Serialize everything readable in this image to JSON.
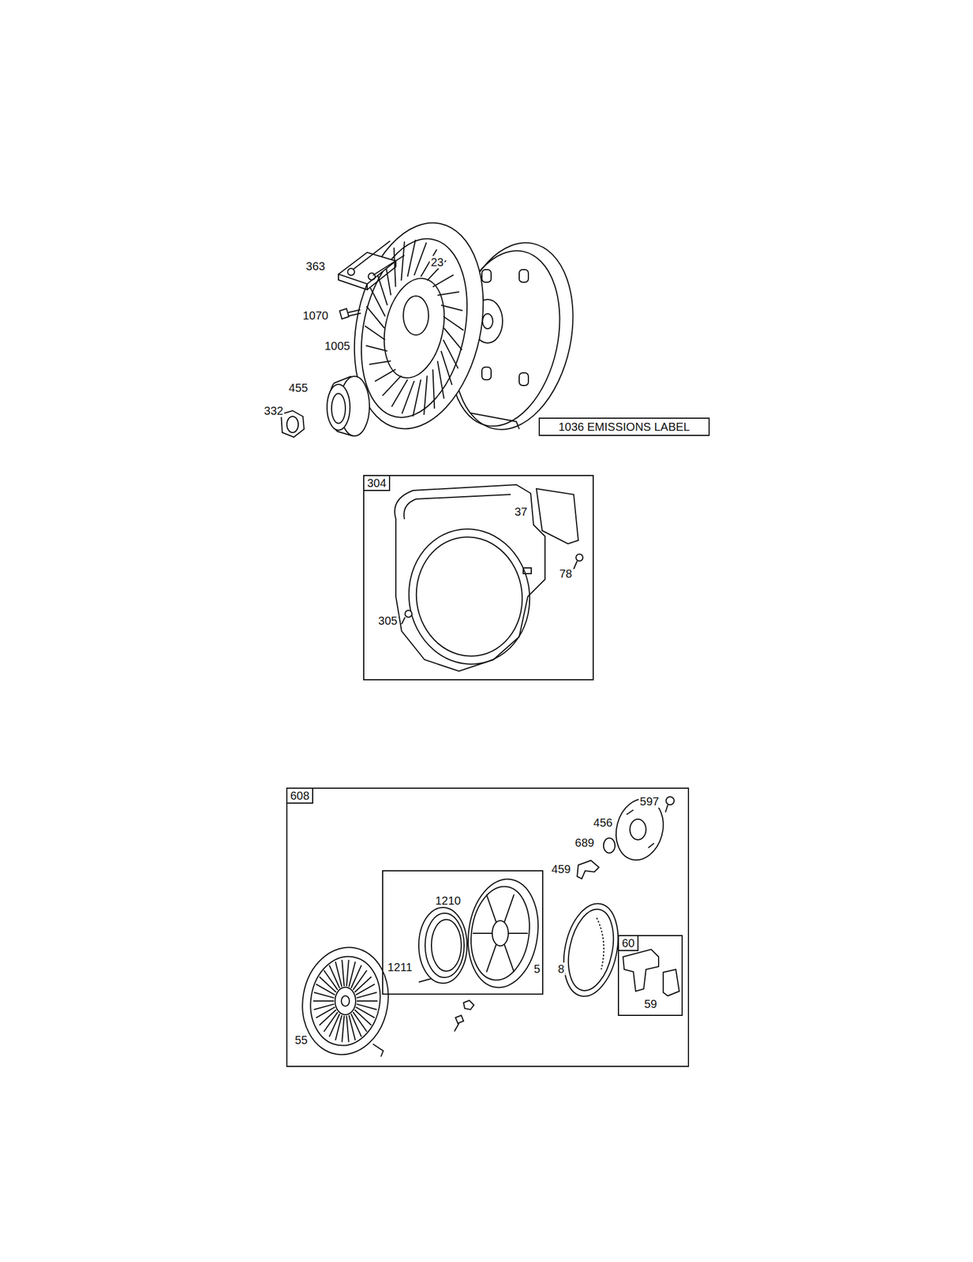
{
  "diagram": {
    "nodes": [
      {
        "text": [
          "1036 EMISSIONS LABEL"
        ]
      },
      {
        "text": [
          "304",
          "37",
          "78",
          "305"
        ]
      },
      {
        "text": [
          "608",
          "597",
          "456",
          "689",
          "459",
          "8",
          "55"
        ]
      },
      {
        "text": [
          "1210",
          "1211",
          "5"
        ],
        "in": 2
      },
      {
        "text": [
          "60",
          "59"
        ],
        "in": 2
      }
    ],
    "labels": [
      "363",
      "23",
      "1070",
      "1005",
      "455",
      "332"
    ]
  }
}
